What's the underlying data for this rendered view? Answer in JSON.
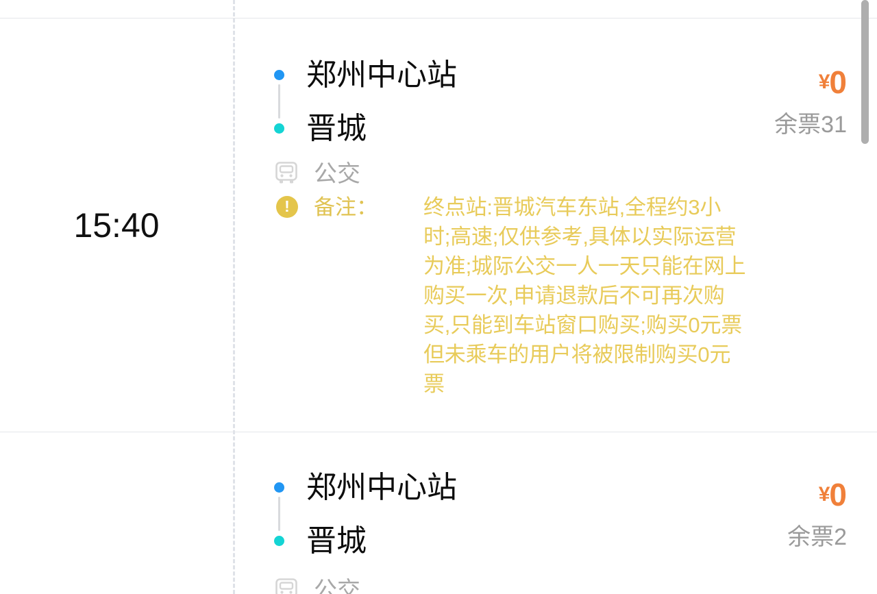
{
  "colors": {
    "origin_dot": "#2196f3",
    "dest_dot": "#14d4d4",
    "price": "#f0803a",
    "remark": "#e8cb5a",
    "warn_badge": "#e4c54b",
    "seats_text": "#9a9a9a",
    "divider": "#e4e6ea",
    "scrollbar": "#aeaeae"
  },
  "icons": {
    "bus": "bus-icon",
    "warning": "warning-exclamation-icon"
  },
  "trips": [
    {
      "departure_time": "15:40",
      "origin": "郑州中心站",
      "destination": "晋城",
      "vehicle_type": "公交",
      "currency_symbol": "¥",
      "price": "0",
      "seats_label": "余票31",
      "remark_label": "备注：",
      "remark_text": "终点站:晋城汽车东站,全程约3小时;高速;仅供参考,具体以实际运营为准;城际公交一人一天只能在网上购买一次,申请退款后不可再次购买,只能到车站窗口购买;购买0元票但未乘车的用户将被限制购买0元票"
    },
    {
      "departure_time": "",
      "origin": "郑州中心站",
      "destination": "晋城",
      "vehicle_type": "公交",
      "currency_symbol": "¥",
      "price": "0",
      "seats_label": "余票2",
      "remark_label": "",
      "remark_text": ""
    }
  ]
}
